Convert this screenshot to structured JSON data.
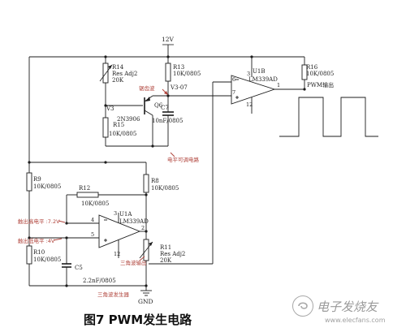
{
  "supply": {
    "vcc": "12V",
    "gnd": "GND"
  },
  "opamp_top": {
    "ref": "U1B",
    "part": "LM339AD",
    "pin_inv": "6",
    "pin_noninv": "7",
    "pin_out": "1",
    "pin_vcc": "3",
    "pin_gnd": "12"
  },
  "opamp_bottom": {
    "ref": "U1A",
    "part": "LM339AD",
    "pin_inv": "4",
    "pin_noninv": "5",
    "pin_out": "2",
    "pin_vcc": "3",
    "pin_gnd": "12"
  },
  "components": {
    "r14": {
      "ref": "R14",
      "value": "Res Adj2",
      "extra": "20K"
    },
    "r13": {
      "ref": "R13",
      "value": "10K/0805"
    },
    "r16": {
      "ref": "R16",
      "value": "10K/0805"
    },
    "r15": {
      "ref": "R15",
      "value": "10K/0805"
    },
    "q6": {
      "ref": "Q6",
      "value": "2N3906"
    },
    "c7": {
      "ref": "C7",
      "value": "10nF/0805"
    },
    "r9": {
      "ref": "R9",
      "value": "10K/0805"
    },
    "r8": {
      "ref": "R8",
      "value": "10K/0805"
    },
    "r12": {
      "ref": "R12",
      "value": "10K/0805"
    },
    "r10": {
      "ref": "R10",
      "value": "10K/0805"
    },
    "c5": {
      "ref": "C5",
      "value": "2.2nF/0805"
    },
    "r11": {
      "ref": "R11",
      "value": "Res Adj2",
      "extra": "20K"
    }
  },
  "nets": {
    "v3_left": "V3",
    "v3_right": "V3-07"
  },
  "annotations": {
    "sawtooth": "锯齿波",
    "pwm_out": "PWM输出",
    "level_adjust": "电平可调电路",
    "threshold_high": "触出高电平 :7.2V",
    "threshold_low": "触出低电平 :4V",
    "triangle_out": "三角波输出",
    "triangle_circuit": "三角波发生器"
  },
  "caption": "图7 PWM发生电路",
  "watermark": {
    "text": "电子发烧友",
    "url": "www.elecfans.com"
  }
}
